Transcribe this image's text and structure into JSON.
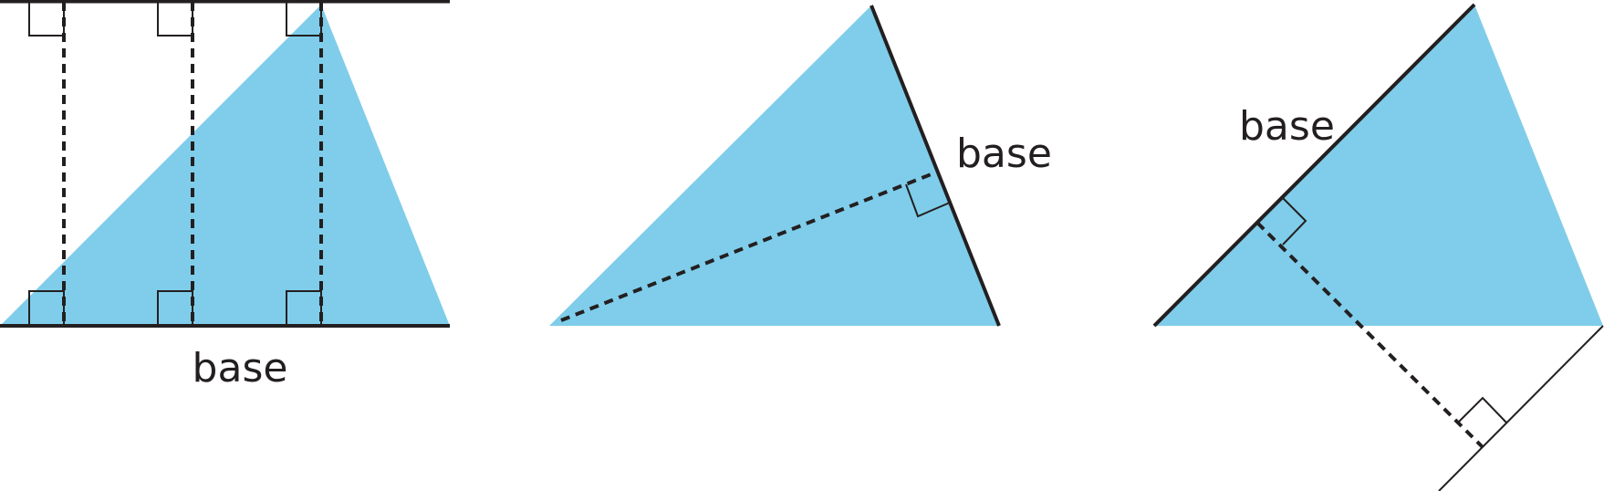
{
  "colors": {
    "triangle_fill": "#7fcdea",
    "stroke": "#231f20"
  },
  "figures": [
    {
      "label": "base"
    },
    {
      "label": "base"
    },
    {
      "label": "base"
    }
  ]
}
